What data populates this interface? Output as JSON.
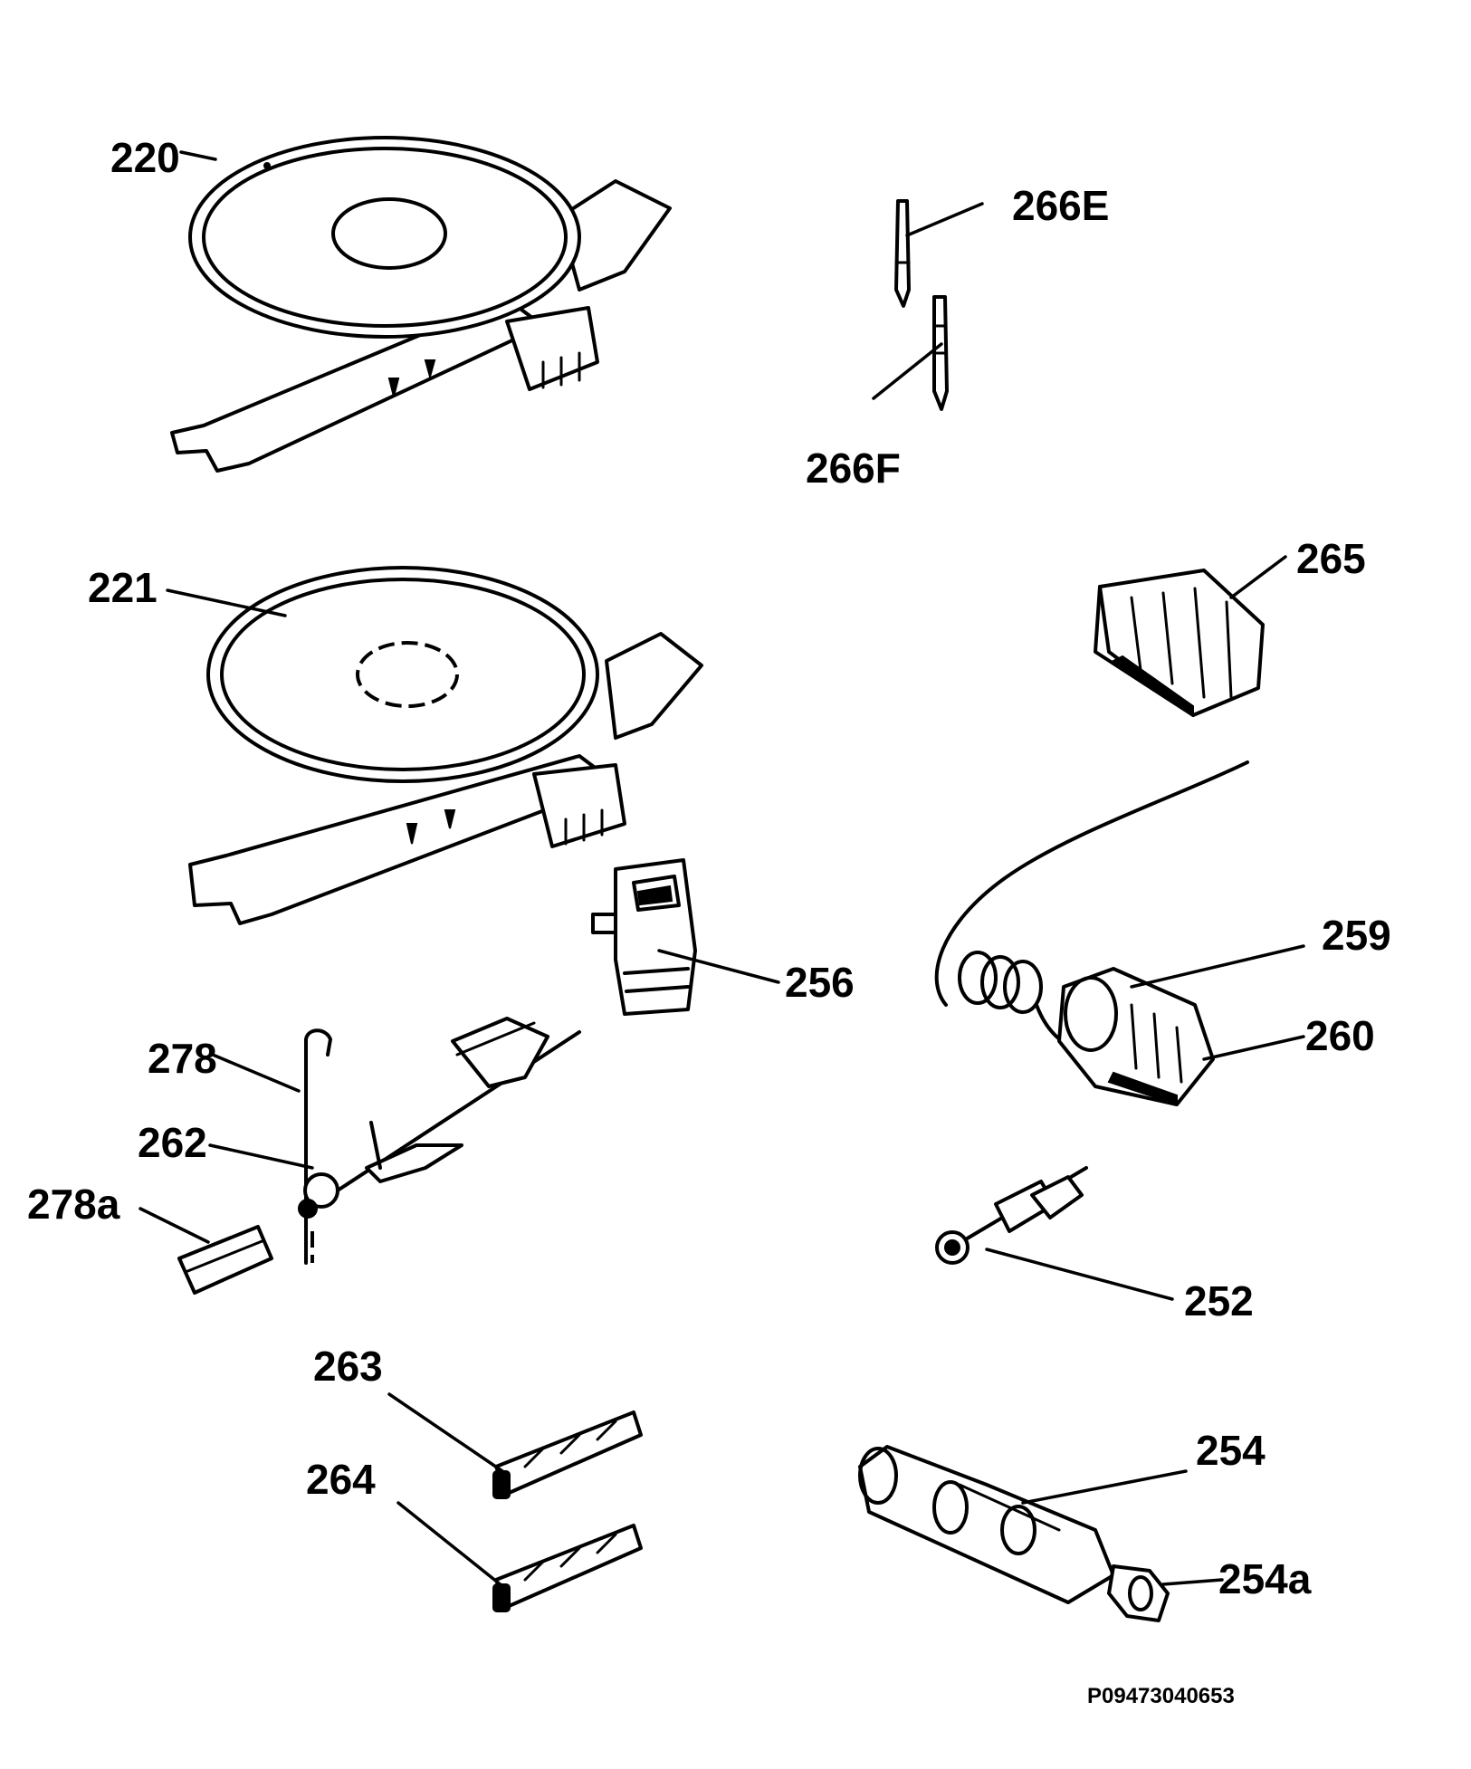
{
  "labels": {
    "l220": "220",
    "l221": "221",
    "l266e": "266E",
    "l266f": "266F",
    "l265": "265",
    "l259": "259",
    "l260": "260",
    "l256": "256",
    "l278": "278",
    "l262": "262",
    "l278a": "278a",
    "l252": "252",
    "l263": "263",
    "l264": "264",
    "l254": "254",
    "l254a": "254a"
  },
  "drawing_code": "P09473040653"
}
